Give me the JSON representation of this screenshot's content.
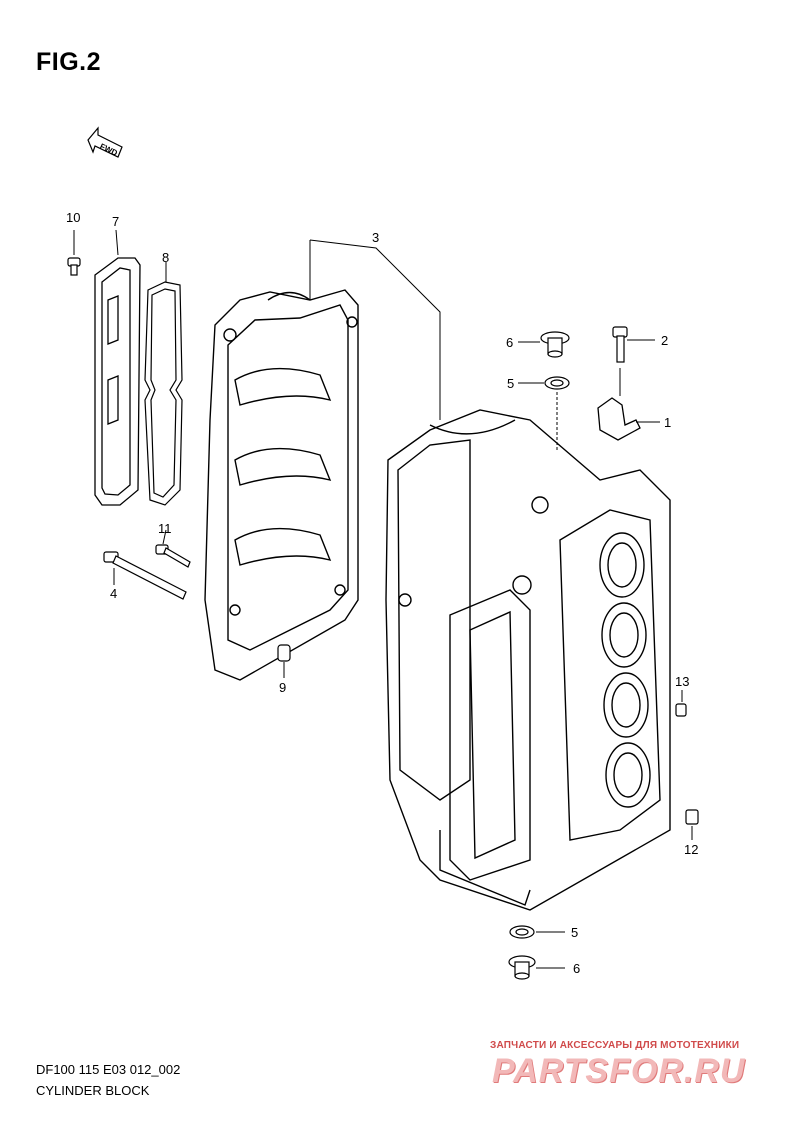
{
  "figure": {
    "title": "FIG.2"
  },
  "direction_tag": "FWD",
  "callouts": [
    {
      "id": "1",
      "label": "1"
    },
    {
      "id": "2",
      "label": "2"
    },
    {
      "id": "3",
      "label": "3"
    },
    {
      "id": "4",
      "label": "4"
    },
    {
      "id": "5a",
      "label": "5"
    },
    {
      "id": "5b",
      "label": "5"
    },
    {
      "id": "6a",
      "label": "6"
    },
    {
      "id": "6b",
      "label": "6"
    },
    {
      "id": "7",
      "label": "7"
    },
    {
      "id": "8",
      "label": "8"
    },
    {
      "id": "9",
      "label": "9"
    },
    {
      "id": "10",
      "label": "10"
    },
    {
      "id": "11",
      "label": "11"
    },
    {
      "id": "12",
      "label": "12"
    },
    {
      "id": "13",
      "label": "13"
    }
  ],
  "footer": {
    "code": "DF100 115 E03 012_002",
    "name": "CYLINDER BLOCK"
  },
  "watermark": {
    "tagline": "ЗАПЧАСТИ И АКСЕССУАРЫ ДЛЯ МОТОТЕХНИКИ",
    "logo": "PARTSFOR.RU"
  }
}
